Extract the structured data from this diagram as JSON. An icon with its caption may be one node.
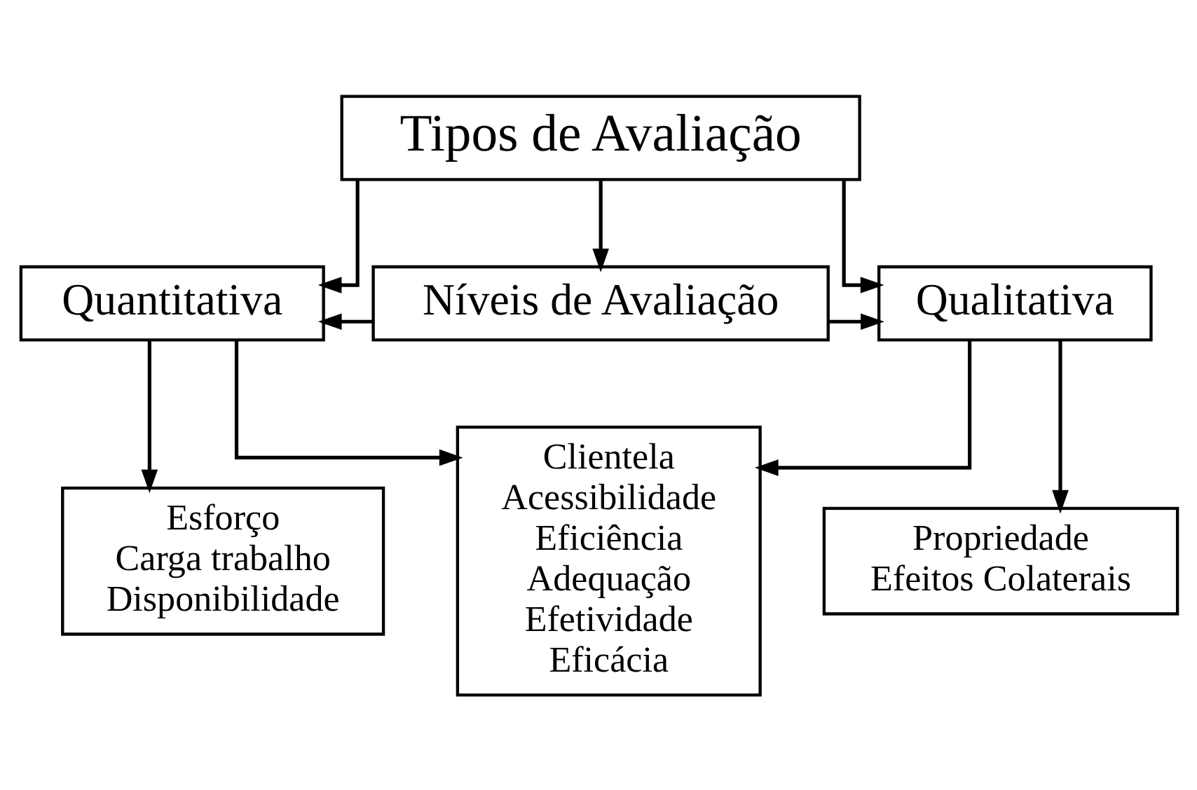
{
  "diagram": {
    "nodes": [
      {
        "text": [
          "Tipos de Avaliação"
        ]
      },
      {
        "text": [
          "Quantitativa"
        ]
      },
      {
        "text": [
          "Níveis de Avaliação"
        ]
      },
      {
        "text": [
          "Qualitativa"
        ]
      },
      {
        "text": [
          "Esforço",
          "Carga trabalho",
          "Disponibilidade"
        ]
      },
      {
        "text": [
          "Clientela",
          "Acessibilidade",
          "Eficiência",
          "Adequação",
          "Efetividade",
          "Eficácia"
        ]
      },
      {
        "text": [
          "Propriedade",
          "Efeitos Colaterais"
        ]
      }
    ],
    "edges": [
      {
        "from": 0,
        "to": 1,
        "arrow": "to"
      },
      {
        "from": 0,
        "to": 2,
        "arrow": "to"
      },
      {
        "from": 0,
        "to": 3,
        "arrow": "to"
      },
      {
        "from": 2,
        "to": 1,
        "arrow": "to"
      },
      {
        "from": 2,
        "to": 3,
        "arrow": "to"
      },
      {
        "from": 1,
        "to": 4,
        "arrow": "to"
      },
      {
        "from": 1,
        "to": 5,
        "arrow": "to"
      },
      {
        "from": 3,
        "to": 5,
        "arrow": "to"
      },
      {
        "from": 3,
        "to": 6,
        "arrow": "to"
      }
    ]
  }
}
